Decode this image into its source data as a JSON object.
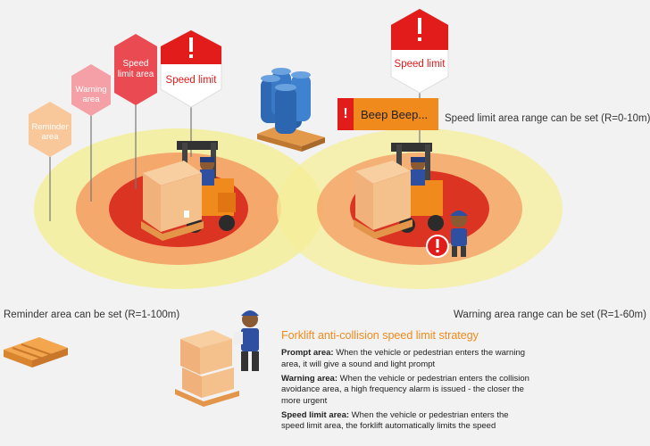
{
  "signs": {
    "reminder": "Reminder area",
    "warning": "Warning area",
    "speed_limit_area": "Speed limit area",
    "speed_limit_left": "Speed limit",
    "speed_limit_right": "Speed limit"
  },
  "beep": {
    "mark": "!",
    "text": "Beep Beep..."
  },
  "labels": {
    "speed_range": "Speed limit area range can be set (R=0-10m)",
    "reminder_range": "Reminder area can be set (R=1-100m)",
    "warning_range": "Warning area range can be set (R=1-60m)"
  },
  "strategy": {
    "title": "Forklift anti-collision speed limit strategy",
    "items": [
      {
        "term": "Prompt area:",
        "text": " When the vehicle or pedestrian enters the warning area, it will give a sound and light prompt"
      },
      {
        "term": "Warning area:",
        "text": " When the vehicle or pedestrian enters the collision avoidance area, a high frequency alarm is issued - the closer the more urgent"
      },
      {
        "term": "Speed limit area:",
        "text": " When the vehicle or pedestrian enters the speed limit area, the forklift automatically limits the speed"
      }
    ]
  },
  "colors": {
    "outer_zone": "#f5ef9a",
    "middle_zone": "#f5a066",
    "inner_zone": "#d92d1f",
    "reminder_sign": "#f8c89a",
    "warning_sign": "#f4a0a6",
    "speed_sign": "#ea4a52",
    "alert_sign": "#e21b1b",
    "accent_orange": "#f08a1c",
    "forklift": "#f08a1c",
    "barrel": "#2f69b3"
  },
  "icons": {
    "forklift": "forklift-icon",
    "barrels": "barrel-icon",
    "pallet": "pallet-icon",
    "worker": "worker-icon",
    "alert": "exclamation-icon"
  }
}
